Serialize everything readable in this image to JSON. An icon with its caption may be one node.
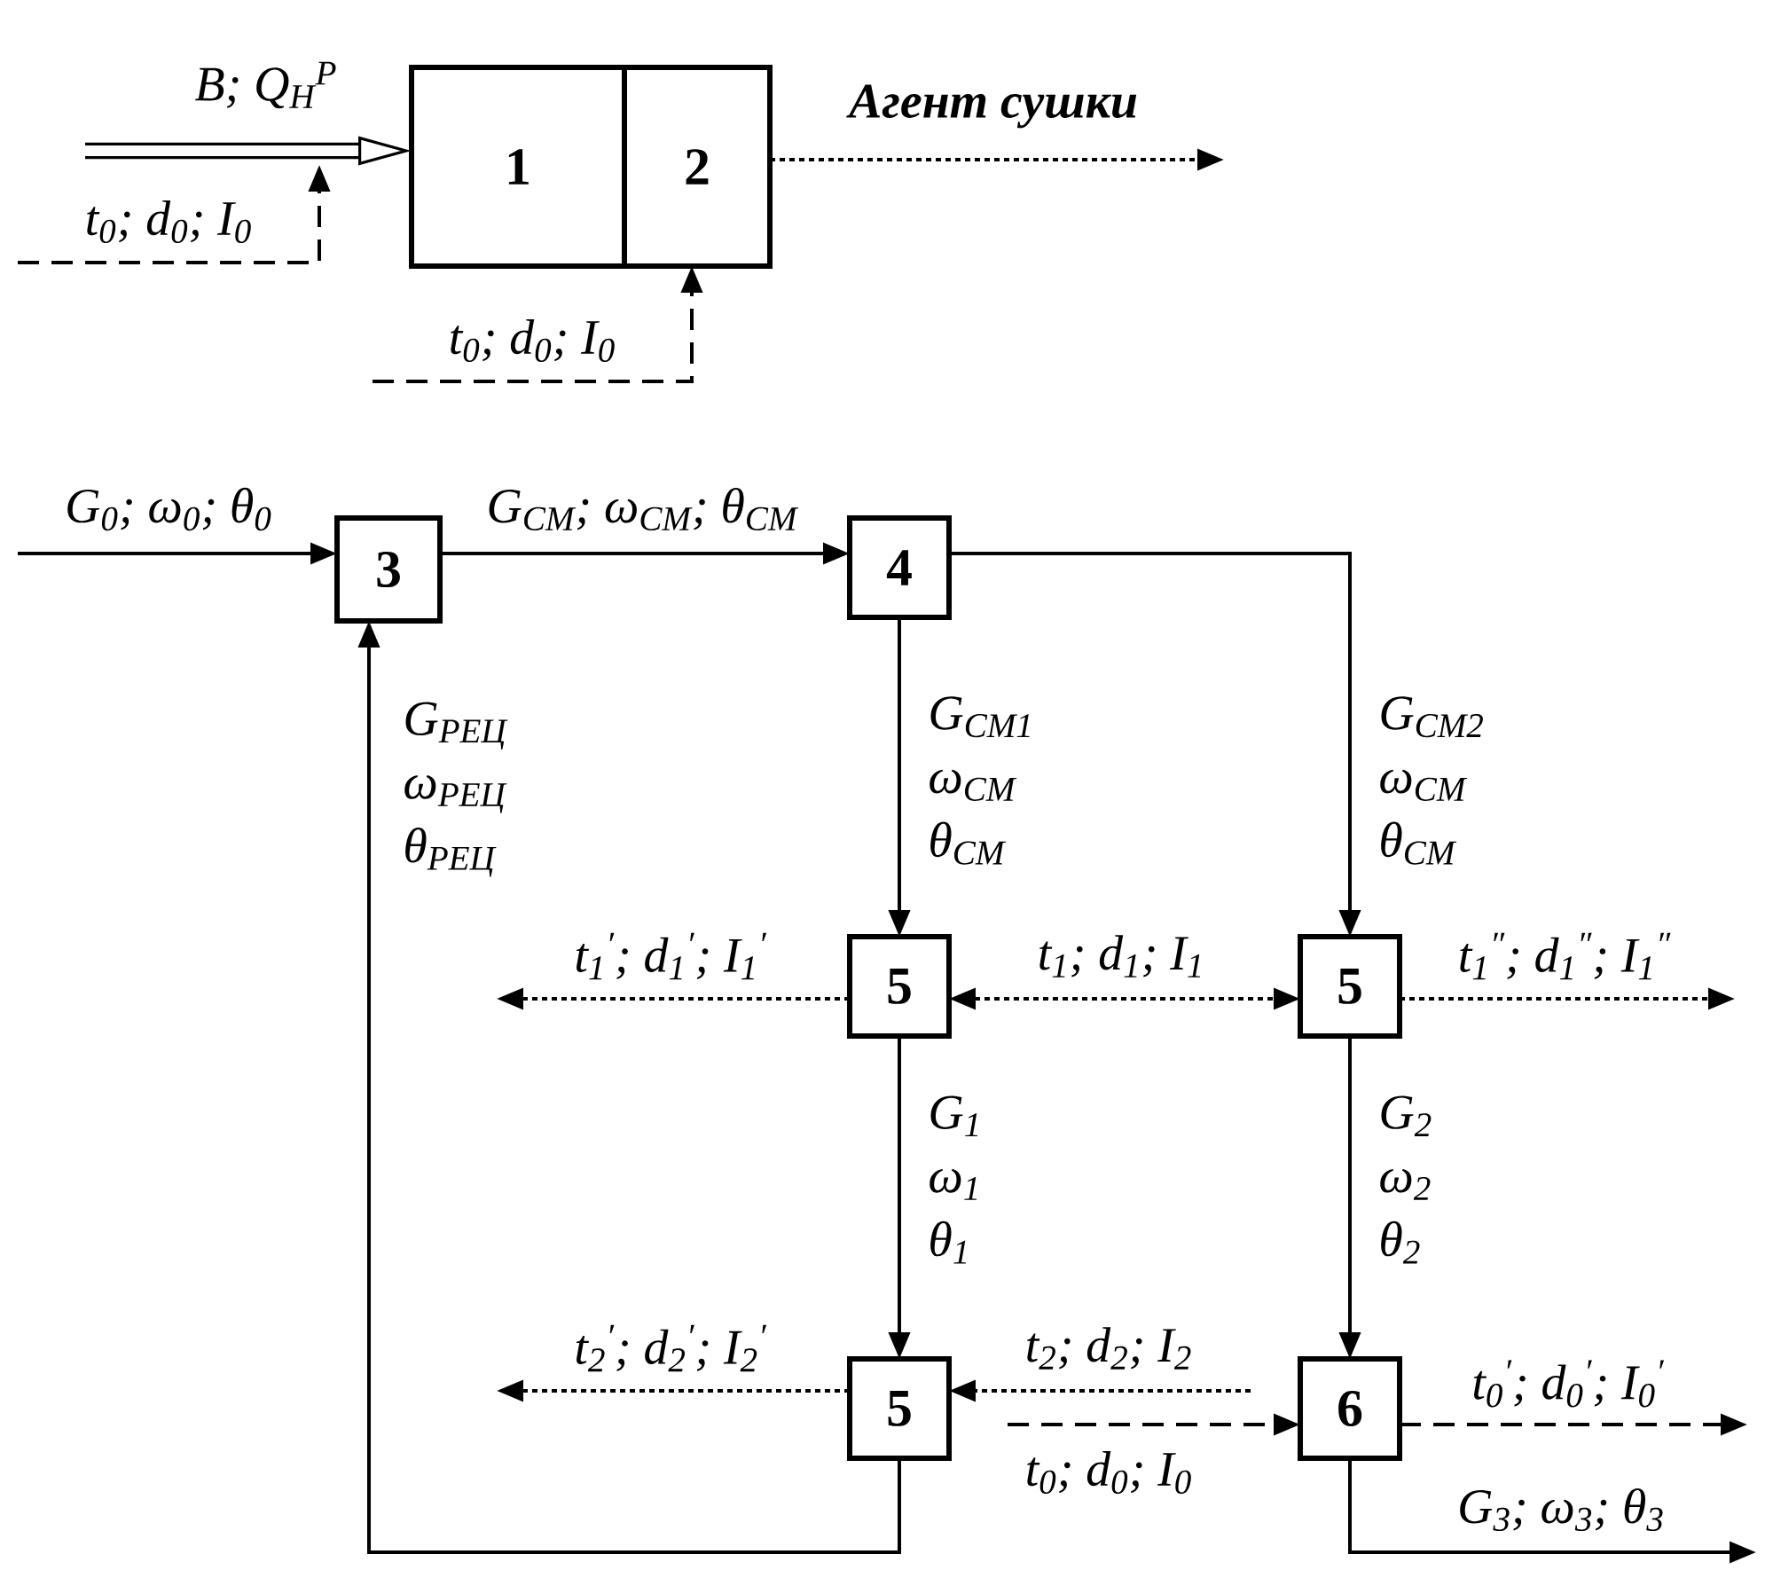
{
  "diagram": {
    "nodes": [
      {
        "text": [
          "1"
        ]
      },
      {
        "text": [
          "2"
        ]
      },
      {
        "text": [
          "3"
        ]
      },
      {
        "text": [
          "4"
        ]
      },
      {
        "text": [
          "5"
        ]
      },
      {
        "text": [
          "5"
        ]
      },
      {
        "text": [
          "5"
        ]
      },
      {
        "text": [
          "6"
        ]
      }
    ],
    "edges": [
      {
        "from": null,
        "to": 0,
        "arrow": "to",
        "style": "thick",
        "label": "В; Q$_{Н}$$^{Р}$"
      },
      {
        "from": null,
        "to": 0,
        "arrow": "to",
        "style": "dashed",
        "label": "t$_{0}$; d$_{0}$; I$_{0}$"
      },
      {
        "from": null,
        "to": 1,
        "arrow": "to",
        "style": "dashed",
        "label": "t$_{0}$; d$_{0}$; I$_{0}$"
      },
      {
        "from": 1,
        "to": null,
        "arrow": "to",
        "style": "dashed",
        "label": "Агент сушки"
      },
      {
        "from": null,
        "to": 2,
        "arrow": "to",
        "label": "G$_{0}$; ω$_{0}$; θ$_{0}$"
      },
      {
        "from": 2,
        "to": 3,
        "arrow": "to",
        "label": "G$_{СМ}$; ω$_{СМ}$; θ$_{СМ}$"
      },
      {
        "from": 3,
        "to": 4,
        "arrow": "to",
        "label": "G$_{СМ1}$ ω$_{СМ}$ θ$_{СМ}$"
      },
      {
        "from": 3,
        "to": 5,
        "arrow": "to",
        "label": "G$_{СМ2}$ ω$_{СМ}$ θ$_{СМ}$"
      },
      {
        "from": 4,
        "to": null,
        "arrow": "to",
        "style": "dashed",
        "label": "t$_{1}$$^{′}$; d$_{1}$$^{′}$; I$_{1}$$^{′}$"
      },
      {
        "from": 4,
        "to": 5,
        "arrow": "both",
        "style": "dashed",
        "label": "t$_{1}$; d$_{1}$; I$_{1}$"
      },
      {
        "from": 5,
        "to": null,
        "arrow": "to",
        "style": "dashed",
        "label": "t$_{1}$$^{″}$; d$_{1}$$^{″}$; I$_{1}$$^{″}$"
      },
      {
        "from": 4,
        "to": 6,
        "arrow": "to",
        "label": "G$_{1}$ ω$_{1}$ θ$_{1}$"
      },
      {
        "from": 5,
        "to": 7,
        "arrow": "to",
        "label": "G$_{2}$ ω$_{2}$ θ$_{2}$"
      },
      {
        "from": 6,
        "to": null,
        "arrow": "to",
        "style": "dashed",
        "label": "t$_{2}$$^{′}$; d$_{2}$$^{′}$; I$_{2}$$^{′}$"
      },
      {
        "from": null,
        "to": 6,
        "arrow": "to",
        "style": "dashed",
        "label": "t$_{2}$; d$_{2}$; I$_{2}$"
      },
      {
        "from": null,
        "to": 7,
        "arrow": "to",
        "style": "dashed",
        "label": "t$_{0}$; d$_{0}$; I$_{0}$"
      },
      {
        "from": 7,
        "to": null,
        "arrow": "to",
        "style": "dashed",
        "label": "t$_{0}$$^{′}$; d$_{0}$$^{′}$; I$_{0}$$^{′}$"
      },
      {
        "from": 7,
        "to": null,
        "arrow": "to",
        "label": "G$_{3}$; ω$_{3}$; θ$_{3}$"
      },
      {
        "from": 6,
        "to": 2,
        "arrow": "to",
        "label": "G$_{РЕЦ}$ ω$_{РЕЦ}$ θ$_{РЕЦ}$"
      }
    ]
  }
}
